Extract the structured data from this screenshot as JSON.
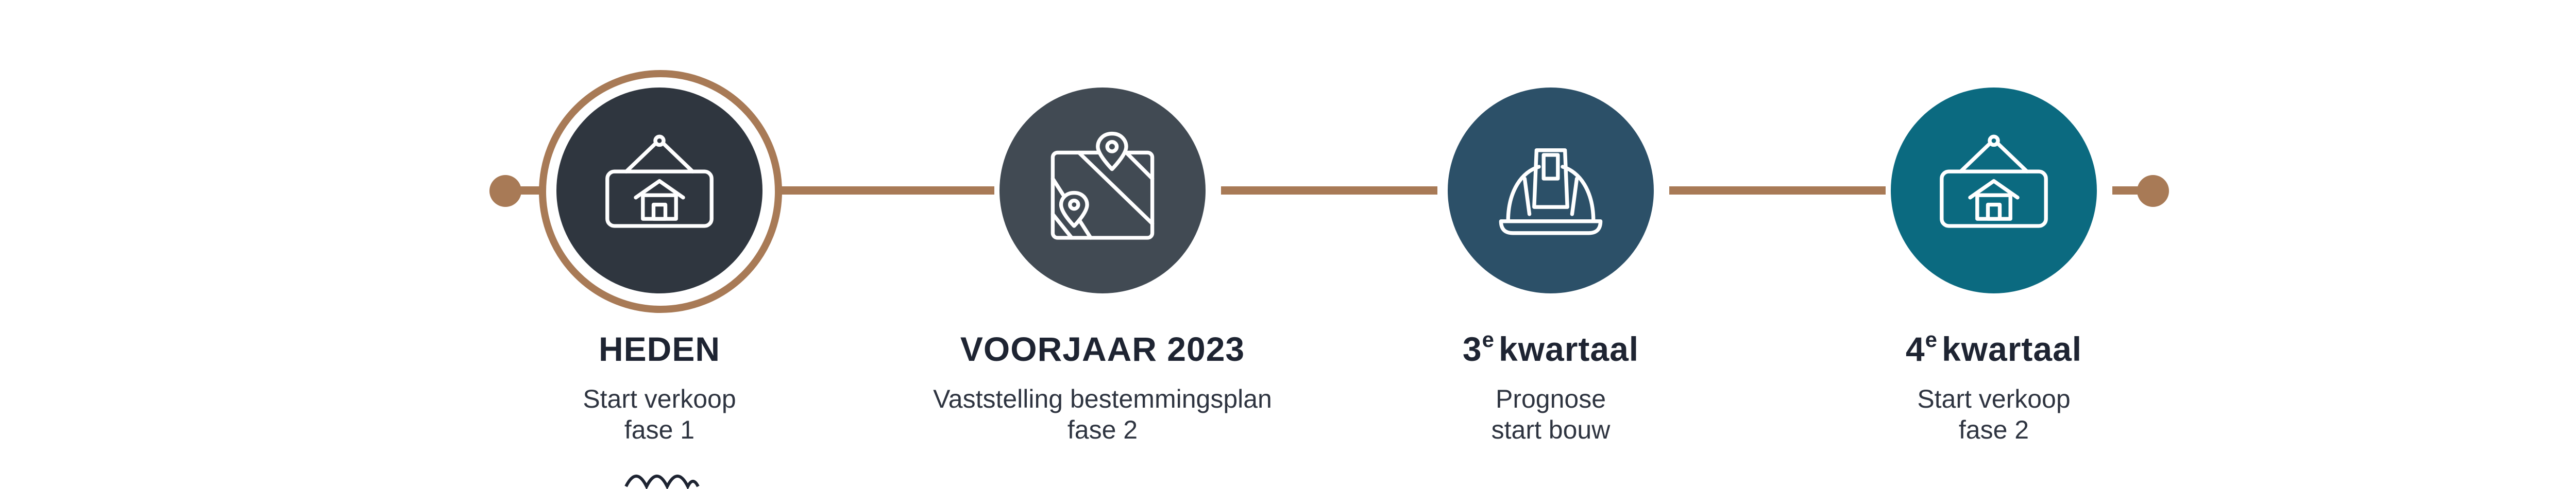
{
  "colors": {
    "line": "#a87a56",
    "ring": "#a87a56",
    "step1": "#2f363f",
    "step2": "#414a53",
    "step3": "#2c5068",
    "step4": "#0b6a80",
    "text": "#1e2432"
  },
  "steps": [
    {
      "icon": "house-sign-icon",
      "title": "HEDEN",
      "title_sup": "",
      "title_rest": "",
      "desc_line1": "Start verkoop",
      "desc_line2": "fase 1",
      "active": true
    },
    {
      "icon": "map-pin-icon",
      "title": "VOORJAAR 2023",
      "title_sup": "",
      "title_rest": "",
      "desc_line1": "Vaststelling bestemmingsplan",
      "desc_line2": "fase 2",
      "active": false
    },
    {
      "icon": "hard-hat-icon",
      "title": "3",
      "title_sup": "e",
      "title_rest": "kwartaal",
      "desc_line1": "Prognose",
      "desc_line2": "start bouw",
      "active": false
    },
    {
      "icon": "house-sign-icon",
      "title": "4",
      "title_sup": "e",
      "title_rest": "kwartaal",
      "desc_line1": "Start verkoop",
      "desc_line2": "fase 2",
      "active": false
    }
  ]
}
